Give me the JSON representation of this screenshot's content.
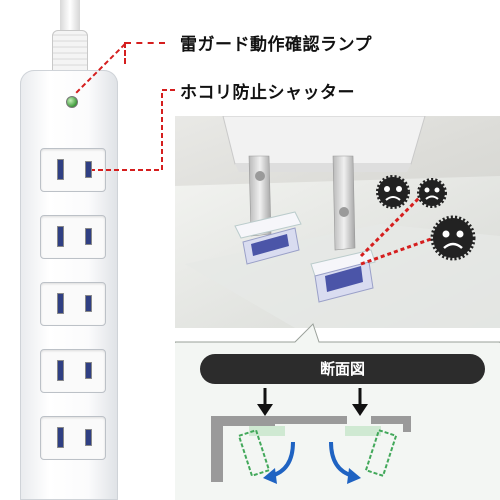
{
  "callouts": {
    "lamp_label": "雷ガード動作確認ランプ",
    "shutter_label": "ホコリ防止シャッター"
  },
  "section": {
    "title": "断面図"
  },
  "product": {
    "outlet_count": 5,
    "colors": {
      "leader_red": "#d51e1e",
      "slot_blue": "#2f3f83",
      "lamp_green": "#3d9a3a",
      "arrow_blue": "#1f63c2"
    },
    "icons": [
      "dust-face-icon",
      "down-arrow-icon",
      "curved-arrow-icon"
    ]
  }
}
